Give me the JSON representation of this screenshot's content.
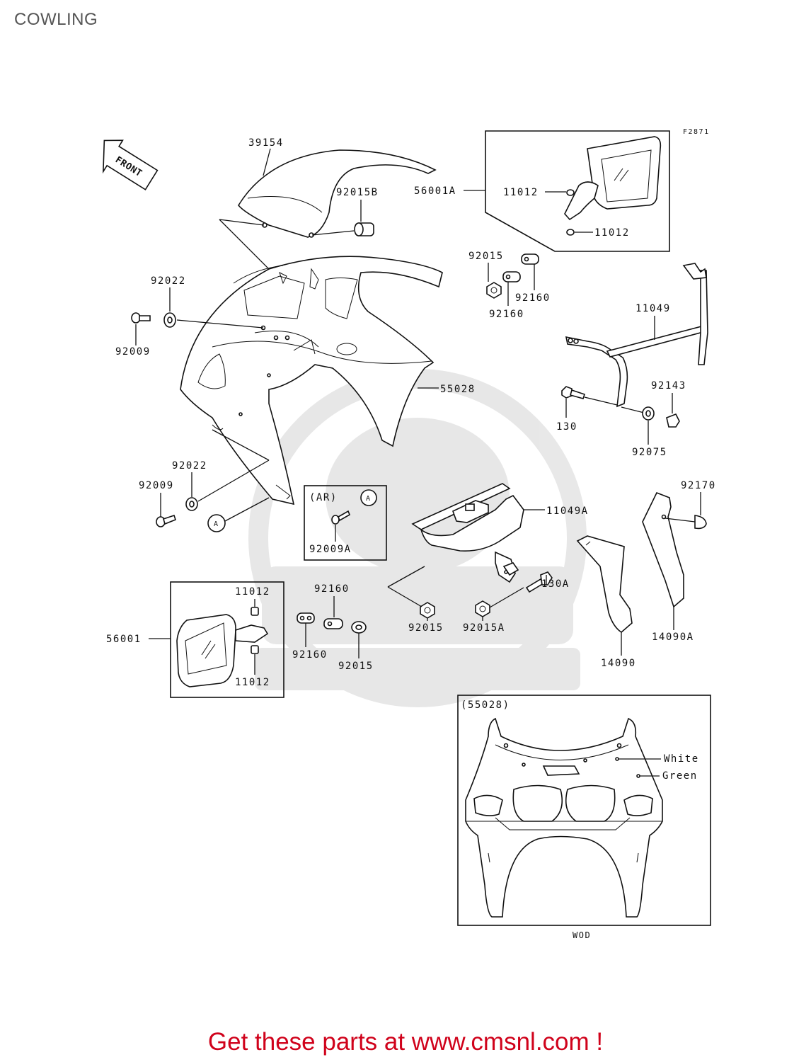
{
  "title": "COWLING",
  "figure_code": "F2871",
  "front_label": "FRONT",
  "callouts": {
    "p39154": "39154",
    "p92015B": "92015B",
    "p56001A": "56001A",
    "p11012_top1": "11012",
    "p11012_top2": "11012",
    "p92015_a": "92015",
    "p92160_a": "92160",
    "p92160_b": "92160",
    "p92022_a": "92022",
    "p92009_a": "92009",
    "p11049": "11049",
    "p55028": "55028",
    "p92143": "92143",
    "p130": "130",
    "p92075": "92075",
    "p92022_b": "92022",
    "p92009_b": "92009",
    "ar": "(AR)",
    "p92009A": "92009A",
    "p11049A": "11049A",
    "p92170": "92170",
    "p11012_bot1": "11012",
    "p11012_bot2": "11012",
    "p92160_c": "92160",
    "p92160_d": "92160",
    "p56001": "56001",
    "p92015_b": "92015",
    "p92015_c": "92015",
    "p92015A": "92015A",
    "p130A": "130A",
    "p14090": "14090",
    "p14090A": "14090A",
    "ref_a1": "A",
    "ref_a2": "A",
    "inset_ref": "(55028)",
    "white": "White",
    "green": "Green",
    "wod": "WOD"
  },
  "footer": "Get these parts at www.cmsnl.com !",
  "colors": {
    "footer": "#d0021b",
    "title": "#555555",
    "ink": "#111111"
  }
}
